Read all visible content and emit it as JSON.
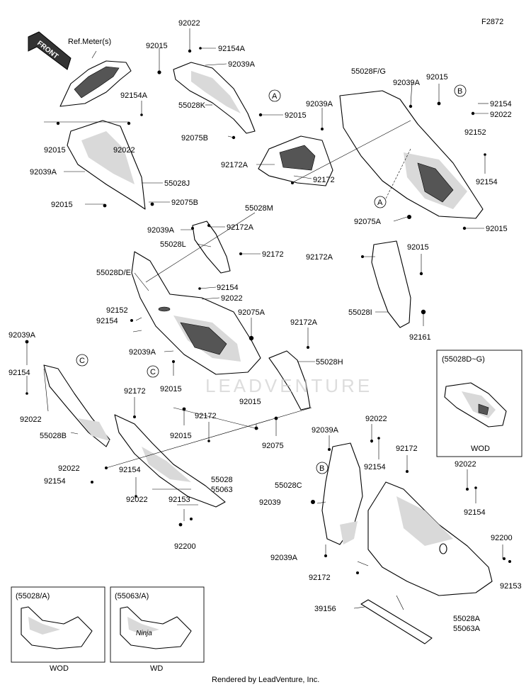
{
  "figure_code": "F2872",
  "front_arrow_label": "FRONT",
  "ref_meter_label": "Ref.Meter(s)",
  "watermark": "LEADVENTURE",
  "footer": "Rendered by LeadVenture, Inc.",
  "callouts": [
    "A",
    "A",
    "B",
    "B",
    "C",
    "C"
  ],
  "insets": {
    "d_g": {
      "title": "(55028D~G)",
      "caption": "WOD"
    },
    "a": {
      "title": "(55028/A)",
      "caption": "WOD"
    },
    "b": {
      "title": "(55063/A)",
      "caption": "WD"
    },
    "badge_text": "Ninja"
  },
  "labels": [
    "92022",
    "92015",
    "92154A",
    "92039A",
    "55028K",
    "92015",
    "92075B",
    "92154A",
    "92015",
    "92022",
    "92039A",
    "55028J",
    "92015",
    "92075B",
    "55028F/G",
    "92039A",
    "92015",
    "92154",
    "92022",
    "92152",
    "92154",
    "92075A",
    "92015",
    "92039A",
    "92172A",
    "92172",
    "55028M",
    "92039A",
    "92172A",
    "55028L",
    "92172",
    "55028D/E",
    "92154",
    "92022",
    "92152",
    "92154",
    "92075A",
    "92039A",
    "92015",
    "92172A",
    "92015",
    "55028I",
    "92161",
    "92172A",
    "55028H",
    "92039A",
    "92154",
    "92022",
    "55028B",
    "92172",
    "92172",
    "92015",
    "92015",
    "92075",
    "92022",
    "92154",
    "92154",
    "55028",
    "55063",
    "92153",
    "92022",
    "92200",
    "92039A",
    "92022",
    "92154",
    "92172",
    "55028C",
    "92039",
    "92039A",
    "92022",
    "92154",
    "92172",
    "92200",
    "92153",
    "39156",
    "55028A",
    "55063A"
  ]
}
